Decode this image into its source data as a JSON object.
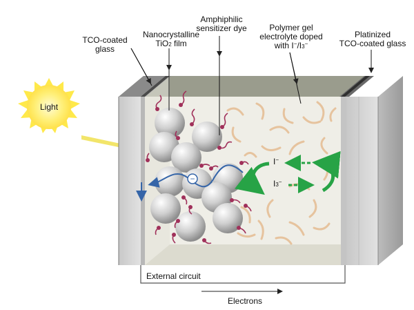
{
  "labels": {
    "tco_glass_line1": "TCO-coated",
    "tco_glass_line2": "glass",
    "tio2_line1": "Nanocrystalline",
    "tio2_line2_prefix": "TiO",
    "tio2_line2_sub": "2",
    "tio2_line2_suffix": " film",
    "dye_line1": "Amphiphilic",
    "dye_line2": "sensitizer dye",
    "gel_line1": "Polymer gel",
    "gel_line2": "electrolyte doped",
    "gel_line3_prefix": "with I",
    "gel_line3_sup1": "−",
    "gel_line3_mid": "/I",
    "gel_line3_sub": "3",
    "gel_line3_sup2": "−",
    "pt_line1": "Platinized",
    "pt_line2": "TCO-coated glass",
    "light": "Light",
    "external_circuit": "External circuit",
    "electrons": "Electrons",
    "iodide": "I",
    "iodide_sup": "−",
    "triiodide": "I",
    "triiodide_sub": "3",
    "triiodide_sup": "−",
    "electron_symbol": "−"
  },
  "colors": {
    "sun": "#ffe94a",
    "light_ray": "#f2e56a",
    "glass_front": "#d2d2d2",
    "glass_top": "#8f8f8f",
    "electrolyte": "#eeede6",
    "polymer": "#e8c7a3",
    "electron_path": "#3565a8",
    "dye": "#a0305a",
    "redox_arrow": "#2aa84a",
    "circuit": "#555555"
  }
}
